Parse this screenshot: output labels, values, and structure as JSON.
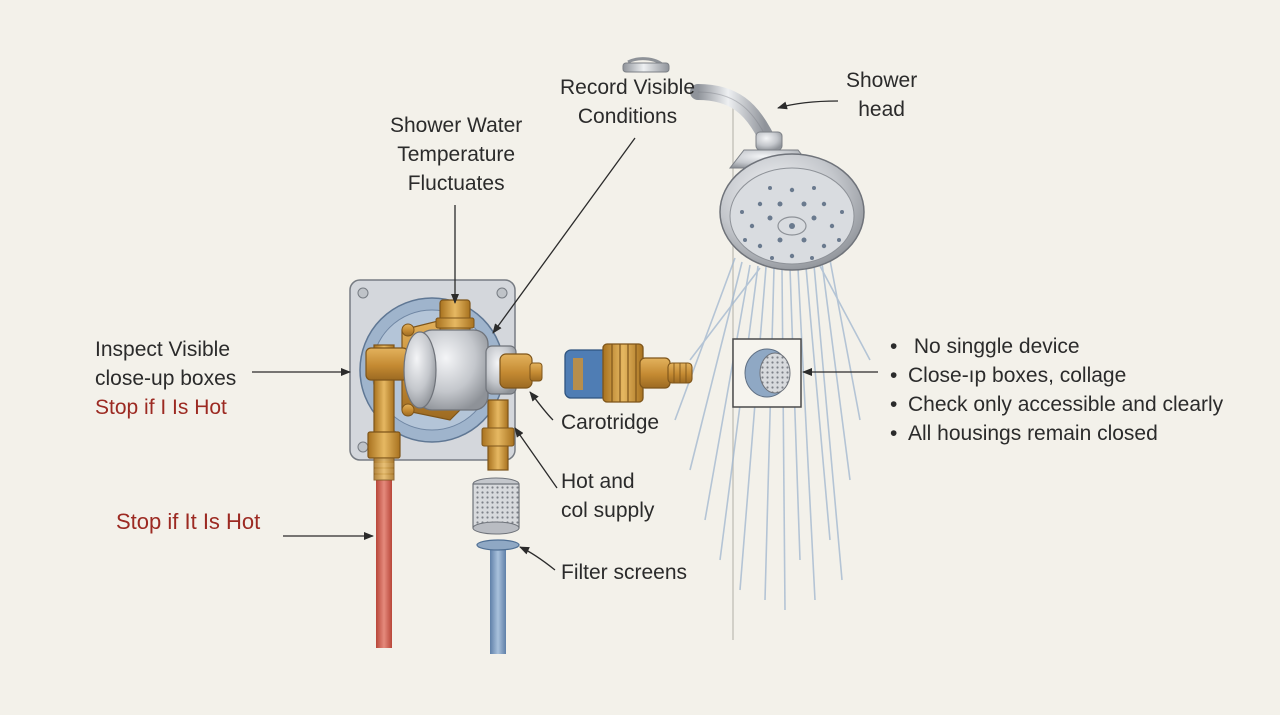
{
  "labels": {
    "shower_head": [
      "Shower",
      "head"
    ],
    "record_visible": [
      "Record Visible",
      "Conditions"
    ],
    "temperature": [
      "Shower Water",
      "Temperature",
      "Fluctuates"
    ],
    "inspect": [
      "Inspect Visible",
      "close-up boxes"
    ],
    "inspect_warning": "Stop if I Is Hot",
    "stop_hot": "Stop if It Is Hot",
    "cartridge": "Carotridge",
    "hot_cold": [
      "Hot and",
      "col supply"
    ],
    "filter": "Filter screens"
  },
  "bullets": [
    " No singgle device",
    "Close-ıp boxes, collage",
    "Check only accessible and clearly",
    "All housings remain closed"
  ],
  "colors": {
    "background": "#f3f1ea",
    "label_text": "#2b2b2b",
    "warning_text": "#9c2a22",
    "brass": "#c9913a",
    "hot_pipe": "#cf5a4c",
    "cold_pipe": "#7d9dc2",
    "chrome": "#b9bcc2",
    "backplate_blue": "#9fb4cc"
  }
}
